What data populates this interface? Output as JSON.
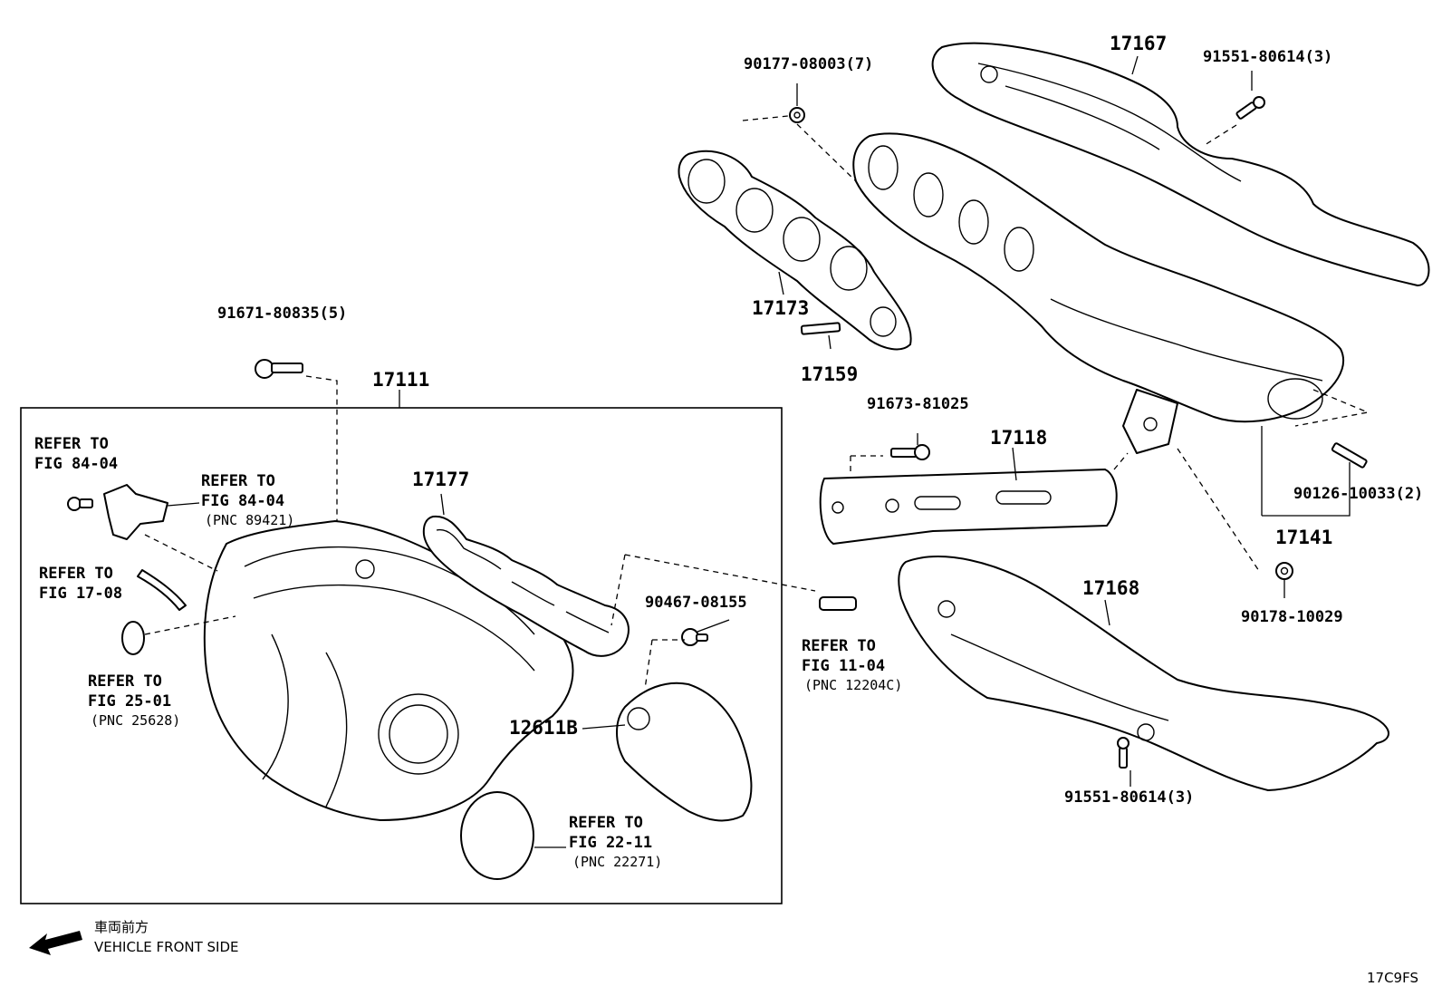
{
  "diagram": {
    "part_numbers": {
      "p17167": "17167",
      "p17173": "17173",
      "p17159": "17159",
      "p17111": "17111",
      "p17177": "17177",
      "p17118": "17118",
      "p17141": "17141",
      "p17168": "17168",
      "p12611b": "12611B"
    },
    "fasteners": {
      "f90177": "90177-08003(7)",
      "f91551_top": "91551-80614(3)",
      "f91671": "91671-80835(5)",
      "f91673": "91673-81025",
      "f90126": "90126-10033(2)",
      "f90178": "90178-10029",
      "f90467": "90467-08155",
      "f91551_bottom": "91551-80614(3)"
    },
    "references": {
      "r84_a_1": "REFER TO",
      "r84_a_2": "FIG 84-04",
      "r84_b_1": "REFER TO",
      "r84_b_2": "FIG 84-04",
      "r84_b_3": "(PNC 89421)",
      "r17_1": "REFER TO",
      "r17_2": "FIG 17-08",
      "r25_1": "REFER TO",
      "r25_2": "FIG 25-01",
      "r25_3": "(PNC 25628)",
      "r11_1": "REFER TO",
      "r11_2": "FIG 11-04",
      "r11_3": "(PNC 12204C)",
      "r22_1": "REFER TO",
      "r22_2": "FIG 22-11",
      "r22_3": "(PNC 22271)"
    },
    "footer": {
      "front_jp": "車両前方",
      "front_en": "VEHICLE FRONT SIDE",
      "figure_code": "17C9FS"
    }
  }
}
